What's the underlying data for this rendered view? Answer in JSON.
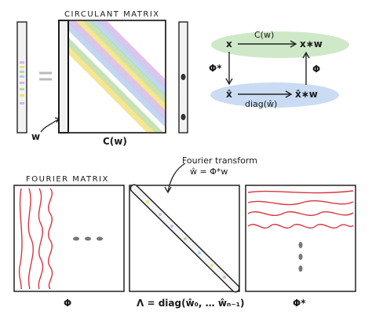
{
  "top": {
    "circulant_title": "CIRCULANT MATRIX",
    "circulant_label": "C(w)",
    "w_label": "w"
  },
  "commutative_diagram": {
    "top_left": "x",
    "top_right": "x∗w",
    "top_arrow": "C(w)",
    "bottom_left": "x̂",
    "bottom_right": "x̂∗w",
    "bottom_arrow": "diag(ŵ)",
    "left_arrow": "Φ*",
    "right_arrow": "Φ",
    "top_ellipse_color": "#cfe9c8",
    "bottom_ellipse_color": "#c9dcf3"
  },
  "bottom": {
    "fourier_title": "FOURIER MATRIX",
    "fourier_transform_line1": "Fourier transform",
    "fourier_transform_line2": "ŵ = Φ*w",
    "phi_label": "Φ",
    "lambda_label": "Λ = diag(ŵ₀, … ŵₙ₋₁)",
    "phi_star_label": "Φ*"
  },
  "colors": {
    "wave_red": "#d9363e",
    "diag_yellow": "#f3e07a",
    "diag_green": "#b8dba6",
    "diag_blue": "#b5cdee",
    "diag_purple": "#d7b6e6"
  }
}
